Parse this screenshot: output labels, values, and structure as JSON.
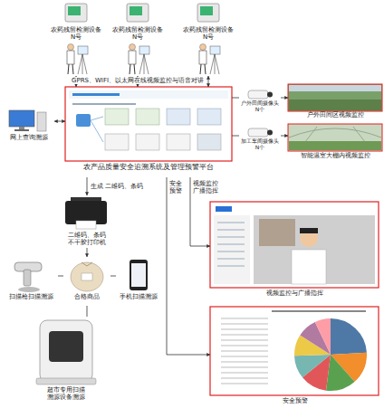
{
  "diagram": {
    "nodes": [
      {
        "text": [
          "农药残留检测设备 N号"
        ]
      },
      {
        "text": [
          "农药残留检测设备 N号"
        ]
      },
      {
        "text": [
          "农药残留检测设备 N号"
        ]
      },
      {
        "text": [
          "农产品质量安全追溯系统及管理预警平台"
        ]
      },
      {
        "text": [
          "网上查询溯源"
        ]
      },
      {
        "text": [
          "户外田间摄像头 N个"
        ]
      },
      {
        "text": [
          "户外田间区视频监控"
        ]
      },
      {
        "text": [
          "加工车间摄像头 N个"
        ]
      },
      {
        "text": [
          "智能温室大棚内视频监控"
        ]
      },
      {
        "text": [
          "二维码、条码 不干胶打印机"
        ]
      },
      {
        "text": [
          "合格商品"
        ]
      },
      {
        "text": [
          "扫描枪扫描溯源"
        ]
      },
      {
        "text": [
          "手机扫描溯源"
        ]
      },
      {
        "text": [
          "超市专用扫描 溯源设备溯源"
        ]
      },
      {
        "text": [
          "视频监控与广播指挥"
        ]
      },
      {
        "text": [
          "安全预警"
        ]
      }
    ],
    "edges": [
      {
        "from": 0,
        "to": 3,
        "arrow": "both"
      },
      {
        "from": 1,
        "to": 3,
        "arrow": "both",
        "label": "GPRS、WIFI、以太网在线视频监控与语音对讲"
      },
      {
        "from": 2,
        "to": 3,
        "arrow": "both"
      },
      {
        "from": 4,
        "to": 3,
        "arrow": "both"
      },
      {
        "from": 3,
        "to": 5,
        "arrow": "none"
      },
      {
        "from": 3,
        "to": 7,
        "arrow": "none"
      },
      {
        "from": 5,
        "to": 6,
        "arrow": "to"
      },
      {
        "from": 7,
        "to": 8,
        "arrow": "to"
      },
      {
        "from": 3,
        "to": 9,
        "arrow": "to",
        "label": "生成 二维码、条码"
      },
      {
        "from": 9,
        "to": 10,
        "arrow": "to"
      },
      {
        "from": 10,
        "to": 11,
        "arrow": "none"
      },
      {
        "from": 10,
        "to": 12,
        "arrow": "none"
      },
      {
        "from": 10,
        "to": 13,
        "arrow": "none"
      },
      {
        "from": 3,
        "to": 14,
        "arrow": "to",
        "label": "视频监控 广播指挥"
      },
      {
        "from": 3,
        "to": 15,
        "arrow": "to",
        "label": "安全预警"
      }
    ]
  }
}
